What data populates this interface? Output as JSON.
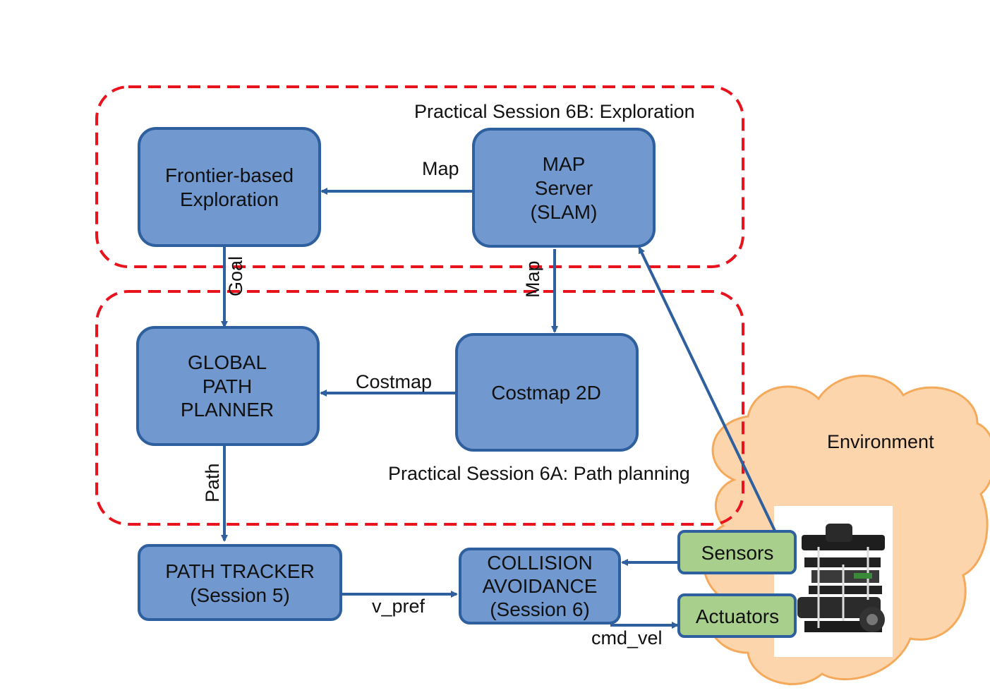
{
  "colors": {
    "box_fill": "#7199cf",
    "box_stroke": "#2e5f9e",
    "green_fill": "#a9cf8c",
    "green_stroke": "#2e5f9e",
    "arrow": "#2e5f9e",
    "session_border": "#e8131c",
    "cloud_fill": "#fdd5ad",
    "cloud_stroke": "#f5a95a"
  },
  "sessions": {
    "exploration": "Practical Session 6B: Exploration",
    "path_planning": "Practical Session 6A: Path planning"
  },
  "environment": "Environment",
  "boxes": {
    "frontier": [
      "Frontier-based",
      "Exploration"
    ],
    "map_server": [
      "MAP",
      "Server",
      "(SLAM)"
    ],
    "global_planner": [
      "GLOBAL",
      "PATH",
      "PLANNER"
    ],
    "costmap": [
      "Costmap 2D"
    ],
    "path_tracker": [
      "PATH TRACKER",
      "(Session 5)"
    ],
    "collision": [
      "COLLISION",
      "AVOIDANCE",
      "(Session 6)"
    ],
    "sensors": [
      "Sensors"
    ],
    "actuators": [
      "Actuators"
    ]
  },
  "edges": {
    "map_to_frontier": "Map",
    "goal": "Goal",
    "map_to_costmap": "Map",
    "costmap_to_planner": "Costmap",
    "path": "Path",
    "v_pref": "v_pref",
    "cmd_vel": "cmd_vel"
  },
  "robot_image": "turtlebot-robot"
}
